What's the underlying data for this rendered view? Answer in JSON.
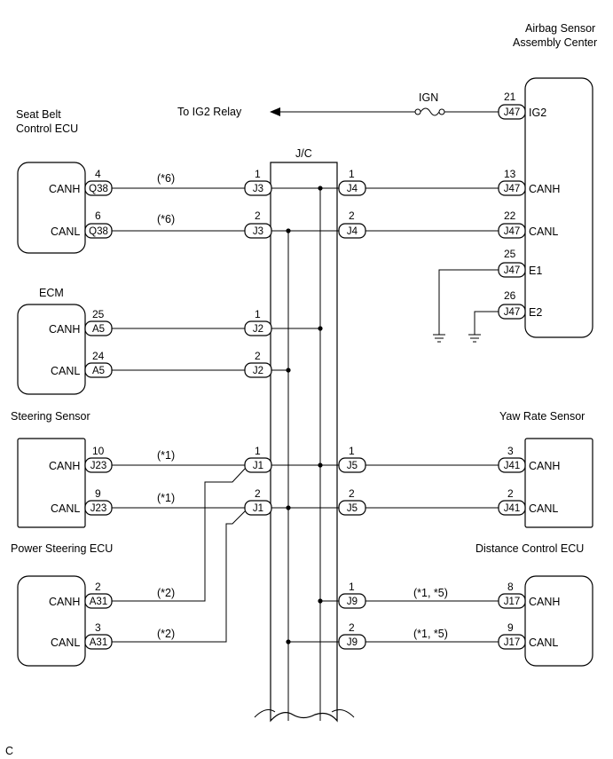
{
  "components": {
    "airbag": {
      "line1": "Airbag Sensor",
      "line2": "Assembly Center"
    },
    "seatbelt": {
      "line1": "Seat Belt",
      "line2": "Control ECU"
    },
    "ecm": {
      "name": "ECM"
    },
    "steering_sensor": {
      "name": "Steering Sensor"
    },
    "yaw_rate": {
      "name": "Yaw Rate Sensor"
    },
    "power_steering": {
      "name": "Power Steering ECU"
    },
    "distance_control": {
      "name": "Distance Control ECU"
    },
    "jc": {
      "name": "J/C"
    }
  },
  "power": {
    "relay_label": "To IG2 Relay",
    "fuse_label": "IGN"
  },
  "terminals": {
    "ig2": "IG2",
    "canh": "CANH",
    "canl": "CANL",
    "e1": "E1",
    "e2": "E2"
  },
  "connectors": {
    "j47": "J47",
    "q38": "Q38",
    "a5": "A5",
    "j23": "J23",
    "a31": "A31",
    "j41": "J41",
    "j17": "J17",
    "j1": "J1",
    "j2": "J2",
    "j3": "J3",
    "j4": "J4",
    "j5": "J5",
    "j9": "J9"
  },
  "pins": {
    "p1": "1",
    "p2": "2",
    "p3": "3",
    "p4": "4",
    "p6": "6",
    "p8": "8",
    "p9": "9",
    "p10": "10",
    "p13": "13",
    "p21": "21",
    "p22": "22",
    "p24": "24",
    "p25": "25",
    "p26": "26"
  },
  "notes": {
    "n6": "(*6)",
    "n1": "(*1)",
    "n2": "(*2)",
    "n15": "(*1, *5)"
  },
  "footer": {
    "code": "C"
  }
}
